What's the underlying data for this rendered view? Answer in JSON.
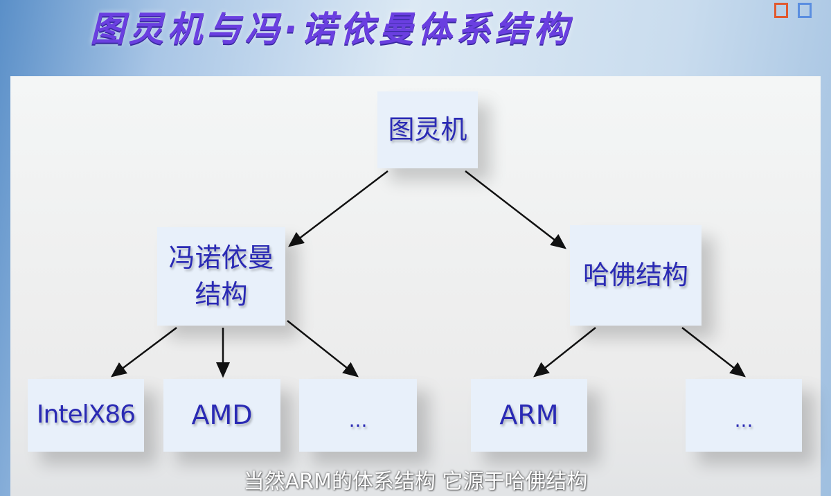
{
  "title": "图灵机与冯·诺依曼体系结构",
  "nodes": {
    "root": "图灵机",
    "von_neumann": "冯诺依曼结构",
    "harvard": "哈佛结构",
    "intel": "IntelX86",
    "amd": "AMD",
    "vn_more": "...",
    "arm": "ARM",
    "hv_more": "..."
  },
  "subtitle": "当然ARM的体系结构 它源于哈佛结构",
  "colors": {
    "node_text": "#2a2ab4",
    "title": "#6a3fe0",
    "node_bg": "#e8f0fa"
  }
}
